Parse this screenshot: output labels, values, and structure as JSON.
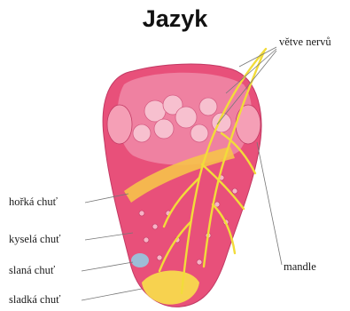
{
  "title": "Jazyk",
  "labels": {
    "bitter": "hořká chuť",
    "sour": "kyselá chuť",
    "salty": "slaná chuť",
    "sweet": "sladká chuť",
    "nerves": "větve nervů",
    "tonsils": "mandle"
  },
  "colors": {
    "tongue": "#e8507a",
    "tongue_light": "#f3a0b8",
    "nerve": "#f2dc3a",
    "bitter_zone": "#f6c24a",
    "salty_zone": "#8fd0e8",
    "sweet_zone": "#f8e04a"
  }
}
